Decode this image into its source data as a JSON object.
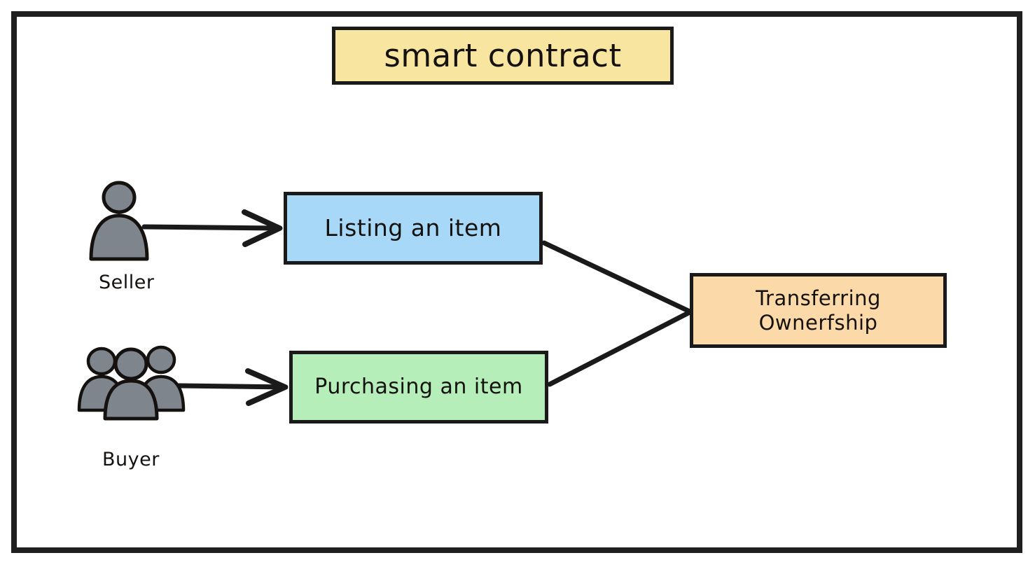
{
  "diagram": {
    "title": "smart contract",
    "frame": {
      "border_color": "#1f1f1f",
      "background": "#ffffff"
    },
    "title_box": {
      "label": "smart contract",
      "fill": "#f8e5a0",
      "stroke": "#1a1a1a"
    },
    "actors": [
      {
        "id": "seller",
        "label": "Seller",
        "icon": "single-person-icon",
        "fill": "#7f858c"
      },
      {
        "id": "buyer",
        "label": "Buyer",
        "icon": "group-of-people-icon",
        "fill": "#7f858c"
      }
    ],
    "nodes": [
      {
        "id": "listing",
        "label": "Listing an item",
        "fill": "#a7d8f7",
        "stroke": "#1a1a1a"
      },
      {
        "id": "purchasing",
        "label": "Purchasing an item",
        "fill": "#b5eeb8",
        "stroke": "#1a1a1a"
      },
      {
        "id": "transfer",
        "label": "Transferring\nOwnerfship",
        "line1": "Transferring",
        "line2": "Ownerfship",
        "fill": "#fcd9a8",
        "stroke": "#1a1a1a"
      }
    ],
    "edges": [
      {
        "id": "seller-to-listing",
        "from": "seller",
        "to": "listing",
        "style": "arrow",
        "label": ""
      },
      {
        "id": "buyer-to-purchasing",
        "from": "buyer",
        "to": "purchasing",
        "style": "arrow",
        "label": ""
      },
      {
        "id": "listing-to-transfer",
        "from": "listing",
        "to": "transfer",
        "style": "line",
        "label": ""
      },
      {
        "id": "purchasing-to-transfer",
        "from": "purchasing",
        "to": "transfer",
        "style": "line",
        "label": ""
      }
    ],
    "stroke_color": "#1a1a1a"
  }
}
